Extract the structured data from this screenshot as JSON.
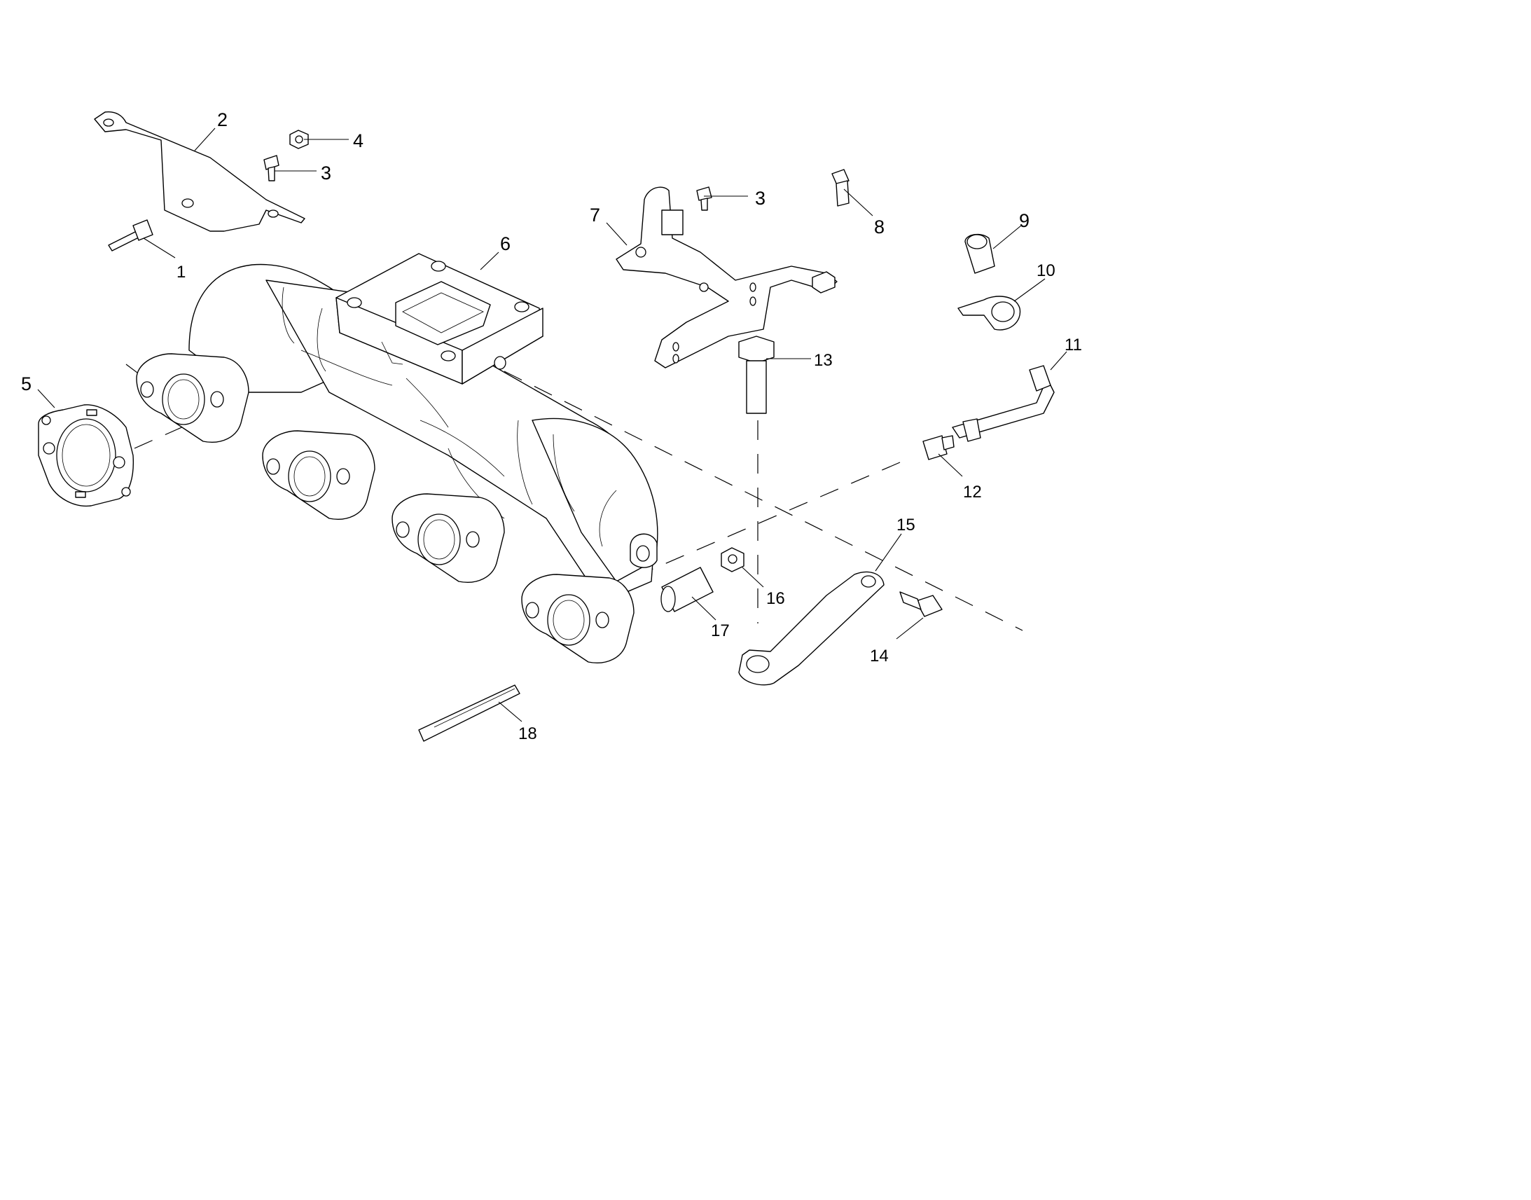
{
  "diagram": {
    "callouts": [
      {
        "id": "1",
        "label": "1"
      },
      {
        "id": "2",
        "label": "2"
      },
      {
        "id": "3a",
        "label": "3"
      },
      {
        "id": "4",
        "label": "4"
      },
      {
        "id": "5",
        "label": "5"
      },
      {
        "id": "6",
        "label": "6"
      },
      {
        "id": "7",
        "label": "7"
      },
      {
        "id": "3b",
        "label": "3"
      },
      {
        "id": "8",
        "label": "8"
      },
      {
        "id": "9",
        "label": "9"
      },
      {
        "id": "10",
        "label": "10"
      },
      {
        "id": "11",
        "label": "11"
      },
      {
        "id": "12",
        "label": "12"
      },
      {
        "id": "13",
        "label": "13"
      },
      {
        "id": "14",
        "label": "14"
      },
      {
        "id": "15",
        "label": "15"
      },
      {
        "id": "16",
        "label": "16"
      },
      {
        "id": "17",
        "label": "17"
      },
      {
        "id": "18",
        "label": "18"
      }
    ]
  }
}
